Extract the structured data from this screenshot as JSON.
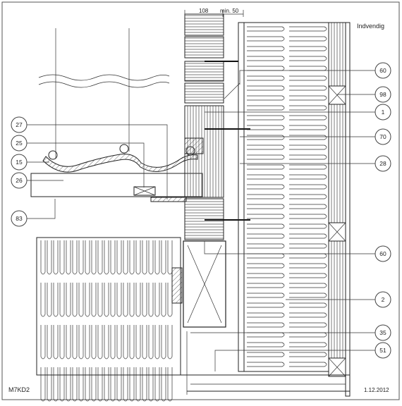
{
  "drawing": {
    "code": "M7KD2",
    "date": "1.12.2012",
    "side_label": "Indvendig",
    "dimensions": [
      "108",
      "min. 50"
    ]
  },
  "callouts": {
    "left": [
      "27",
      "25",
      "15",
      "26",
      "83"
    ],
    "right": [
      "60",
      "98",
      "1",
      "70",
      "28",
      "60",
      "2",
      "35",
      "51"
    ]
  }
}
